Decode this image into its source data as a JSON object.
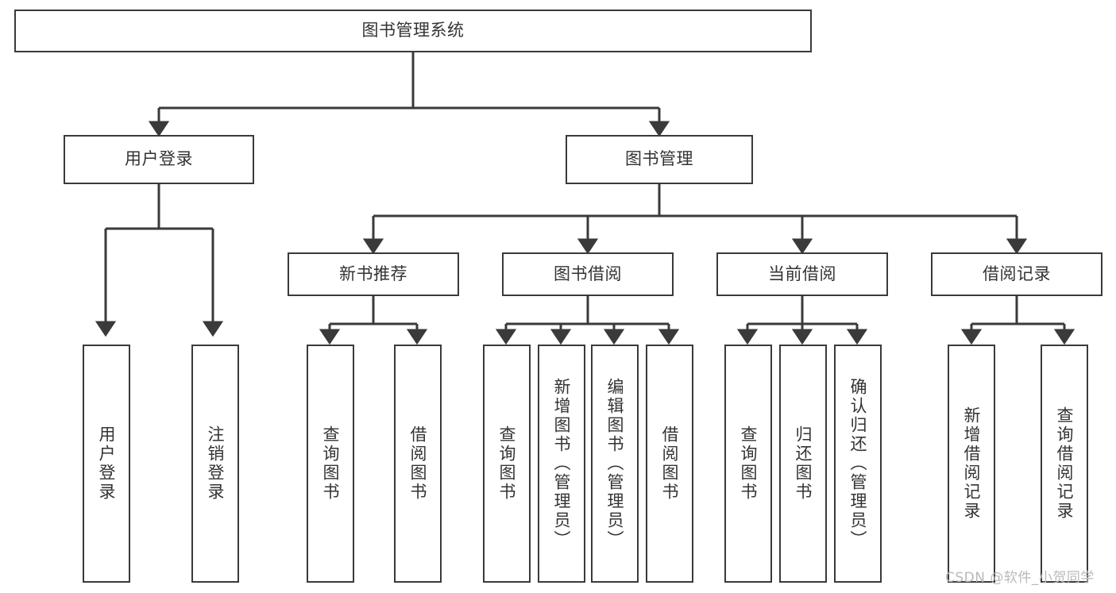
{
  "diagram": {
    "title": "图书管理系统",
    "type": "tree",
    "root": {
      "label": "图书管理系统"
    },
    "level2": [
      {
        "label": "用户登录"
      },
      {
        "label": "图书管理"
      }
    ],
    "level3": [
      {
        "label": "新书推荐"
      },
      {
        "label": "图书借阅"
      },
      {
        "label": "当前借阅"
      },
      {
        "label": "借阅记录"
      }
    ],
    "leaves": {
      "user_login": [
        {
          "label": "用户登录"
        },
        {
          "label": "注销登录"
        }
      ],
      "new_book_recommend": [
        {
          "label": "查询图书"
        },
        {
          "label": "借阅图书"
        }
      ],
      "book_borrow": [
        {
          "label": "查询图书"
        },
        {
          "label": "新增图书（管理员）"
        },
        {
          "label": "编辑图书（管理员）"
        },
        {
          "label": "借阅图书"
        }
      ],
      "current_borrow": [
        {
          "label": "查询图书"
        },
        {
          "label": "归还图书"
        },
        {
          "label": "确认归还（管理员）"
        }
      ],
      "borrow_record": [
        {
          "label": "新增借阅记录"
        },
        {
          "label": "查询借阅记录"
        }
      ]
    }
  },
  "watermark": {
    "text": "CSDN @软件_小贺同学"
  },
  "colors": {
    "border": "#3a3a3a",
    "text": "#333333",
    "background": "#ffffff",
    "watermark": "#b9b9b9"
  }
}
